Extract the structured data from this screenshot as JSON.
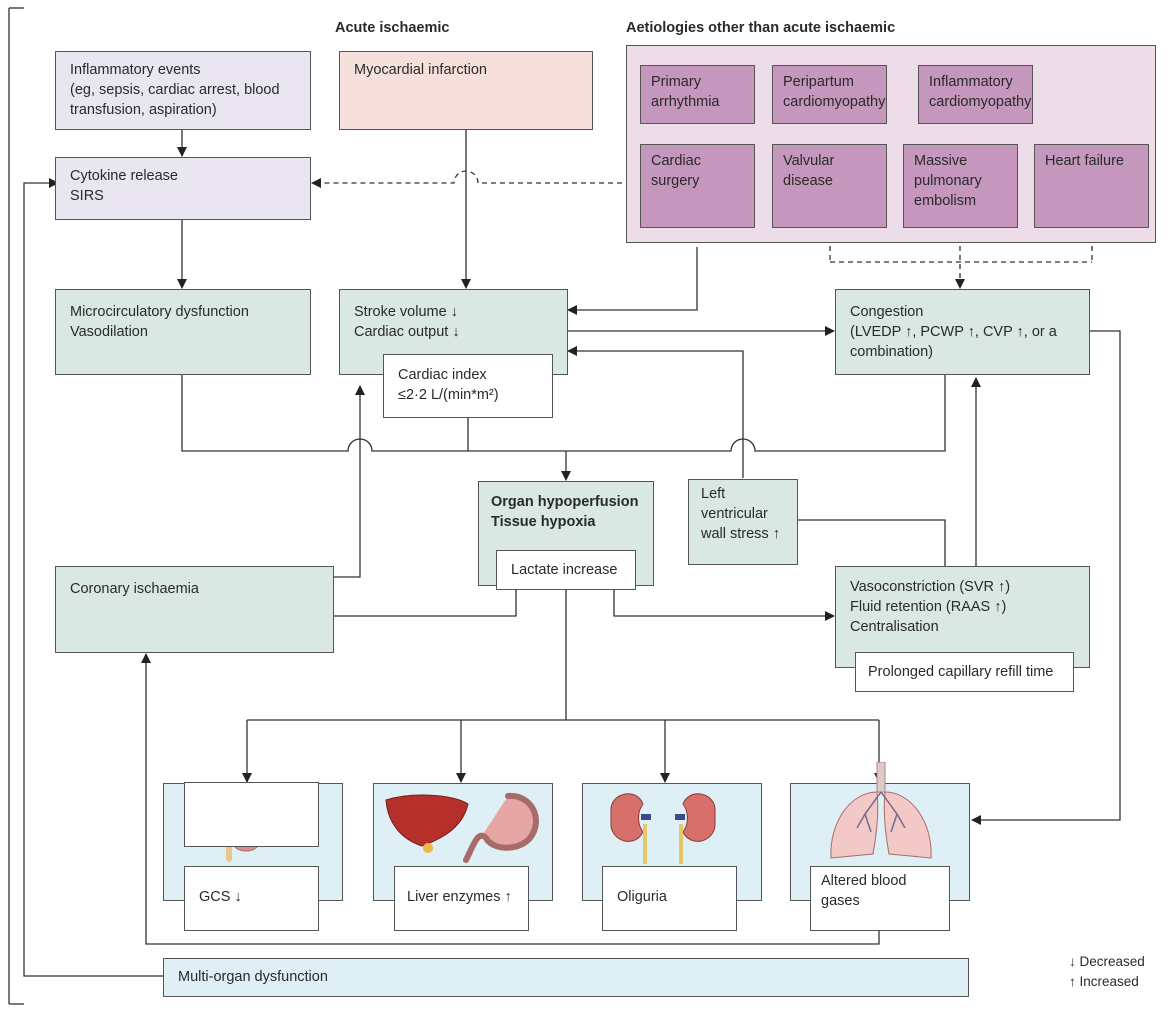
{
  "headings": {
    "acute": "Acute ischaemic",
    "other": "Aetiologies other than acute ischaemic"
  },
  "boxes": {
    "inflammatory": "Inflammatory events\n(eg, sepsis, cardiac arrest, blood\ntransfusion, aspiration)",
    "myocardial": "Myocardial infarction",
    "cytokine": "Cytokine release\nSIRS",
    "micro": "Microcirculatory dysfunction\nVasodilation",
    "stroke": "Stroke volume ↓\nCardiac output ↓",
    "cardiac_index": "Cardiac index\n≤2·2 L/(min*m²)",
    "congestion": "Congestion\n(LVEDP ↑, PCWP ↑, CVP ↑, or a\ncombination)",
    "organ_hypo": "Organ hypoperfusion\nTissue hypoxia",
    "lactate": "Lactate increase",
    "lv_wall": "Left\nventricular\nwall stress ↑",
    "coronary": "Coronary ischaemia",
    "vasocon": "Vasoconstriction (SVR ↑)\nFluid retention (RAAS ↑)\nCentralisation",
    "capillary": "Prolonged capillary refill time",
    "multi_organ": "Multi-organ dysfunction"
  },
  "aetiologies": [
    "Primary\narrhythmia",
    "Peripartum\ncardiomyopathy",
    "Inflammatory\ncardiomyopathy",
    "Cardiac\nsurgery",
    "Valvular\ndisease",
    "Massive\npulmonary\nembolism",
    "Heart failure"
  ],
  "organs": [
    {
      "label": "GCS ↓",
      "icon": "brain-icon"
    },
    {
      "label": "Liver enzymes ↑",
      "icon": "liver-stomach-icon"
    },
    {
      "label": "Oliguria",
      "icon": "kidneys-icon"
    },
    {
      "label": "Altered blood\ngases",
      "icon": "lungs-icon"
    }
  ],
  "legend": {
    "decreased": "↓ Decreased",
    "increased": "↑ Increased"
  },
  "colors": {
    "lavender": "#e9e6f2",
    "salmon": "#f6e0dc",
    "green": "#d9e8e2",
    "plum": "#c597bd",
    "plum_bg": "#ecdde8",
    "ice": "#deeff6"
  }
}
